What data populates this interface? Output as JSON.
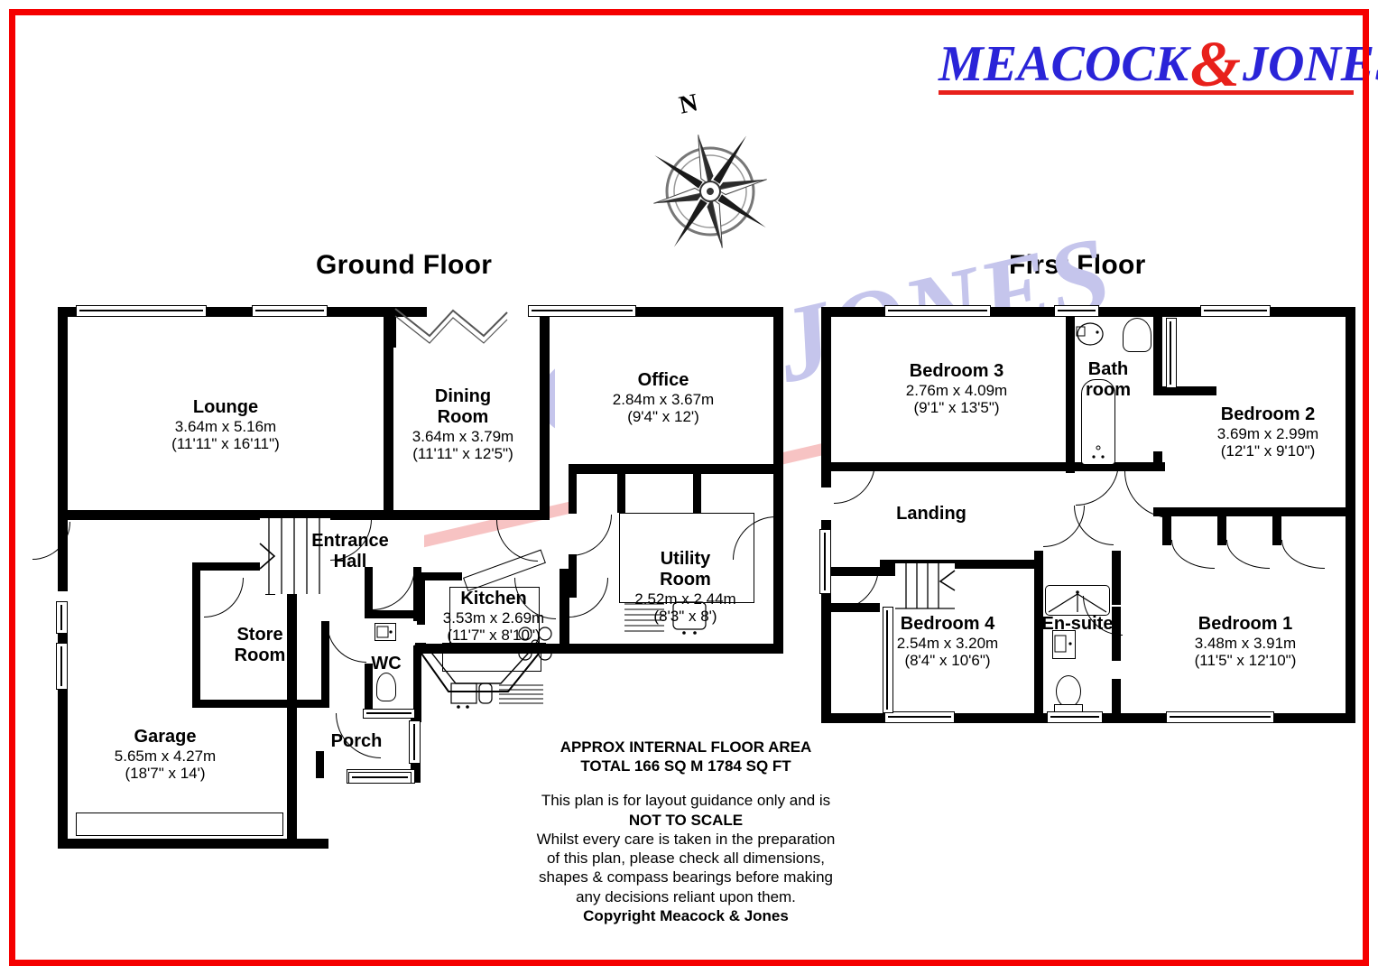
{
  "brand": {
    "name_part1": "MEACOCK",
    "ampersand": "&",
    "name_part2": "JONES",
    "logo_blue": "#2a24d8",
    "logo_red": "#e8201b",
    "border_red": "#f50000",
    "watermark_color": "#c5c5ec"
  },
  "compass": {
    "north_label": "N"
  },
  "floors": [
    {
      "id": "ground",
      "title": "Ground Floor"
    },
    {
      "id": "first",
      "title": "First Floor"
    }
  ],
  "ground_floor_rooms": [
    {
      "name": "Lounge",
      "metric": "3.64m x 5.16m",
      "imperial": "(11'11\" x 16'11\")"
    },
    {
      "name": "Dining Room",
      "metric": "3.64m x 3.79m",
      "imperial": "(11'11\" x 12'5\")"
    },
    {
      "name": "Office",
      "metric": "2.84m x 3.67m",
      "imperial": "(9'4\" x 12')"
    },
    {
      "name": "Kitchen",
      "metric": "3.53m x 2.69m",
      "imperial": "(11'7\" x 8'10\")"
    },
    {
      "name": "Utility Room",
      "metric": "2.52m x 2.44m",
      "imperial": "(8'3\" x 8')"
    },
    {
      "name": "Garage",
      "metric": "5.65m x 4.27m",
      "imperial": "(18'7\" x 14')"
    },
    {
      "name": "Entrance Hall",
      "metric": "",
      "imperial": ""
    },
    {
      "name": "Store Room",
      "metric": "",
      "imperial": ""
    },
    {
      "name": "WC",
      "metric": "",
      "imperial": ""
    },
    {
      "name": "Porch",
      "metric": "",
      "imperial": ""
    }
  ],
  "first_floor_rooms": [
    {
      "name": "Bedroom 1",
      "metric": "3.48m x 3.91m",
      "imperial": "(11'5\" x 12'10\")"
    },
    {
      "name": "Bedroom 2",
      "metric": "3.69m x 2.99m",
      "imperial": "(12'1\" x 9'10\")"
    },
    {
      "name": "Bedroom 3",
      "metric": "2.76m x 4.09m",
      "imperial": "(9'1\" x 13'5\")"
    },
    {
      "name": "Bedroom 4",
      "metric": "2.54m x 3.20m",
      "imperial": "(8'4\" x 10'6\")"
    },
    {
      "name": "Bath room",
      "metric": "",
      "imperial": ""
    },
    {
      "name": "En-suite",
      "metric": "",
      "imperial": ""
    },
    {
      "name": "Landing",
      "metric": "",
      "imperial": ""
    }
  ],
  "notes": {
    "area_line1": "APPROX INTERNAL FLOOR AREA",
    "area_line2": "TOTAL 166 SQ M 1784 SQ FT",
    "body_line1": "This plan is for layout guidance only and is",
    "body_line2": "NOT TO SCALE",
    "body_line3": "Whilst every care is taken in the preparation",
    "body_line4": "of this plan, please check all dimensions,",
    "body_line5": "shapes & compass bearings before making",
    "body_line6": "any decisions reliant upon them.",
    "copyright": "Copyright Meacock & Jones"
  }
}
